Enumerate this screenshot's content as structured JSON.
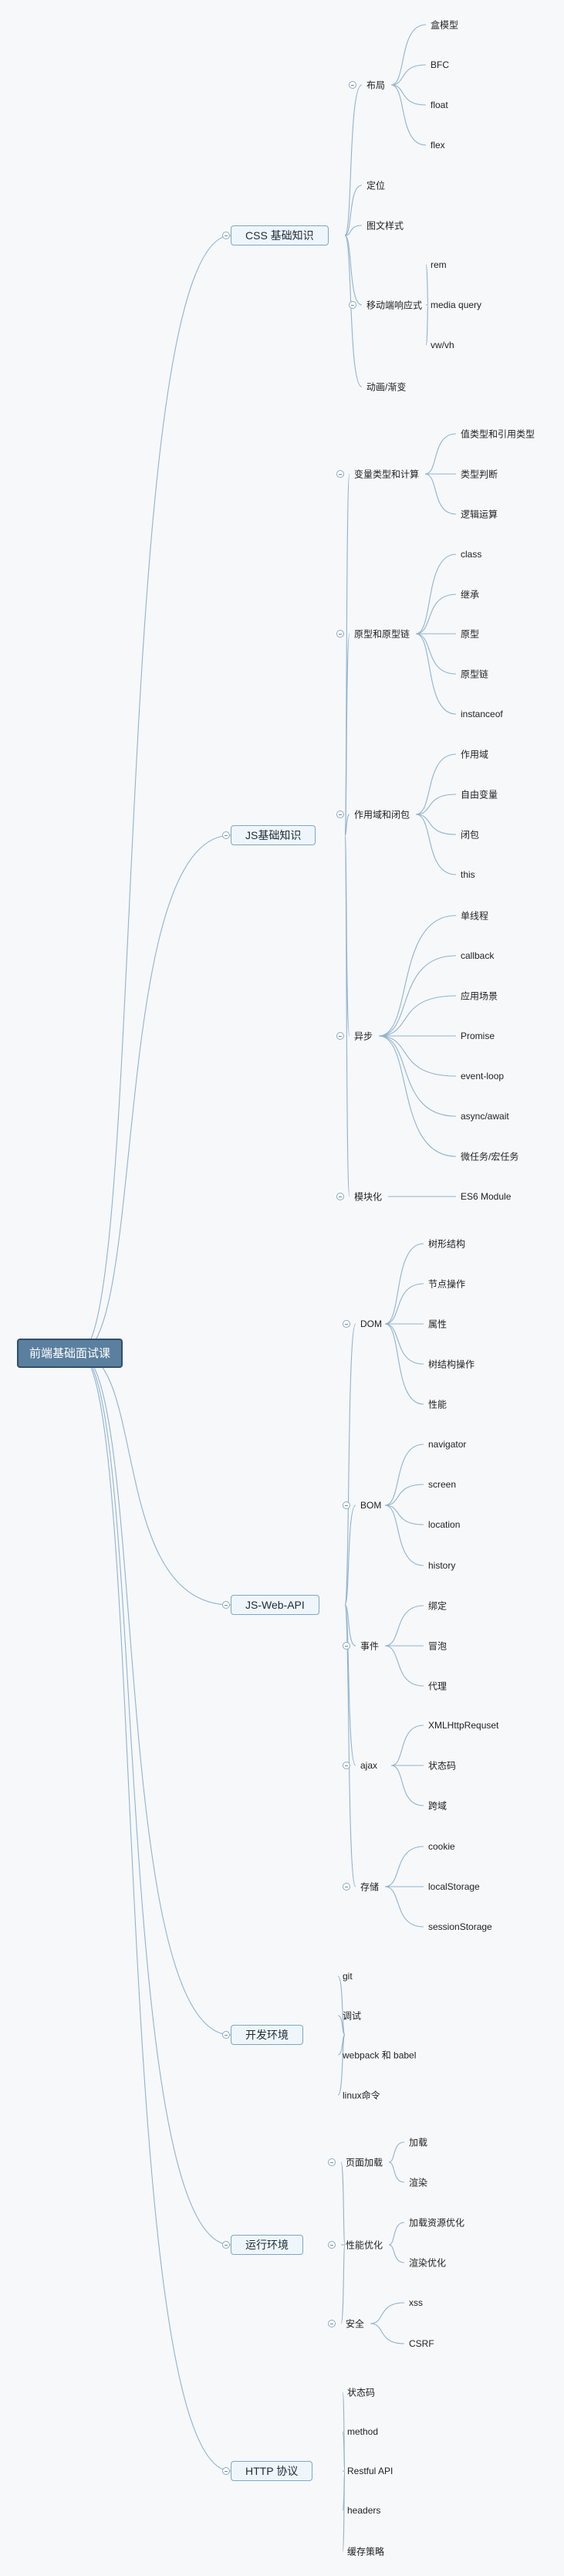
{
  "root": "前端基础面试课",
  "branches": [
    {
      "label": "CSS 基础知识",
      "children": [
        {
          "label": "布局",
          "children": [
            "盒模型",
            "BFC",
            "float",
            "flex"
          ]
        },
        {
          "label": "定位",
          "children": []
        },
        {
          "label": "图文样式",
          "children": []
        },
        {
          "label": "移动端响应式",
          "children": [
            "rem",
            "media query",
            "vw/vh"
          ]
        },
        {
          "label": "动画/渐变",
          "children": []
        }
      ]
    },
    {
      "label": "JS基础知识",
      "children": [
        {
          "label": "变量类型和计算",
          "children": [
            "值类型和引用类型",
            "类型判断",
            "逻辑运算"
          ]
        },
        {
          "label": "原型和原型链",
          "children": [
            "class",
            "继承",
            "原型",
            "原型链",
            "instanceof"
          ]
        },
        {
          "label": "作用域和闭包",
          "children": [
            "作用域",
            "自由变量",
            "闭包",
            "this"
          ]
        },
        {
          "label": "异步",
          "children": [
            "单线程",
            "callback",
            "应用场景",
            "Promise",
            "event-loop",
            "async/await",
            "微任务/宏任务"
          ]
        },
        {
          "label": "模块化",
          "children": [
            "ES6 Module"
          ]
        }
      ]
    },
    {
      "label": "JS-Web-API",
      "children": [
        {
          "label": "DOM",
          "children": [
            "树形结构",
            "节点操作",
            "属性",
            "树结构操作",
            "性能"
          ]
        },
        {
          "label": "BOM",
          "children": [
            "navigator",
            "screen",
            "location",
            "history"
          ]
        },
        {
          "label": "事件",
          "children": [
            "绑定",
            "冒泡",
            "代理"
          ]
        },
        {
          "label": "ajax",
          "children": [
            "XMLHttpRequset",
            "状态码",
            "跨域"
          ]
        },
        {
          "label": "存储",
          "children": [
            "cookie",
            "localStorage",
            "sessionStorage"
          ]
        }
      ]
    },
    {
      "label": "开发环境",
      "children": [
        {
          "label": "git",
          "children": []
        },
        {
          "label": "调试",
          "children": []
        },
        {
          "label": "webpack 和 babel",
          "children": []
        },
        {
          "label": "linux命令",
          "children": []
        }
      ]
    },
    {
      "label": "运行环境",
      "children": [
        {
          "label": "页面加载",
          "children": [
            "加载",
            "渲染"
          ]
        },
        {
          "label": "性能优化",
          "children": [
            "加载资源优化",
            "渲染优化"
          ]
        },
        {
          "label": "安全",
          "children": [
            "xss",
            "CSRF"
          ]
        }
      ]
    },
    {
      "label": "HTTP 协议",
      "children": [
        {
          "label": "状态码",
          "children": []
        },
        {
          "label": "method",
          "children": []
        },
        {
          "label": "Restful API",
          "children": []
        },
        {
          "label": "headers",
          "children": []
        },
        {
          "label": "缓存策略",
          "children": []
        }
      ]
    }
  ]
}
